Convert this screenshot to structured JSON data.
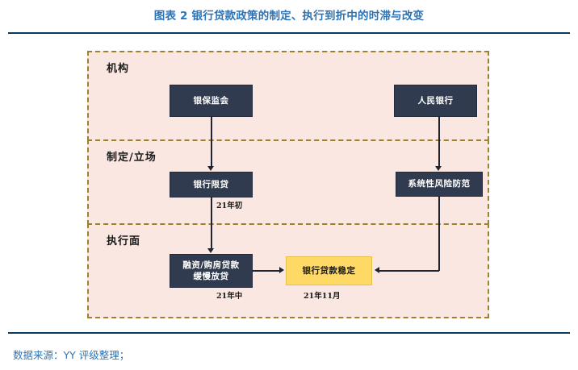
{
  "header": {
    "title": "图表 2 银行贷款政策的制定、执行到折中的时滞与改变"
  },
  "diagram": {
    "bands": [
      {
        "id": "institution",
        "label": "机构"
      },
      {
        "id": "policy",
        "label": "制定/立场"
      },
      {
        "id": "execution",
        "label": "执行面"
      }
    ],
    "nodes": [
      {
        "id": "cbirc",
        "label": "银保监会",
        "style": "dark"
      },
      {
        "id": "pboc",
        "label": "人民银行",
        "style": "dark"
      },
      {
        "id": "bank-limit",
        "label": "银行限贷",
        "style": "dark"
      },
      {
        "id": "sys-risk",
        "label": "系统性风险防范",
        "style": "dark"
      },
      {
        "id": "slow-loan",
        "label": "融资/购房贷款\n缓慢放贷",
        "line1": "融资/购房贷款",
        "line2": "缓慢放贷",
        "style": "dark"
      },
      {
        "id": "stable",
        "label": "银行贷款稳定",
        "style": "highlight"
      }
    ],
    "time_labels": [
      {
        "id": "early21",
        "text": "21年初"
      },
      {
        "id": "mid21",
        "text": "21年中"
      },
      {
        "id": "nov21",
        "text": "21年11月"
      }
    ]
  },
  "footer": {
    "source": "数据来源：YY 评级整理；"
  },
  "colors": {
    "title_blue": "#2e74b5",
    "divider_navy": "#0b3a5d",
    "panel_pink": "#fbe7e2",
    "band_dashed": "#9c8130",
    "node_dark": "#313b4f",
    "node_highlight": "#ffd966",
    "connector": "#1f2430"
  }
}
